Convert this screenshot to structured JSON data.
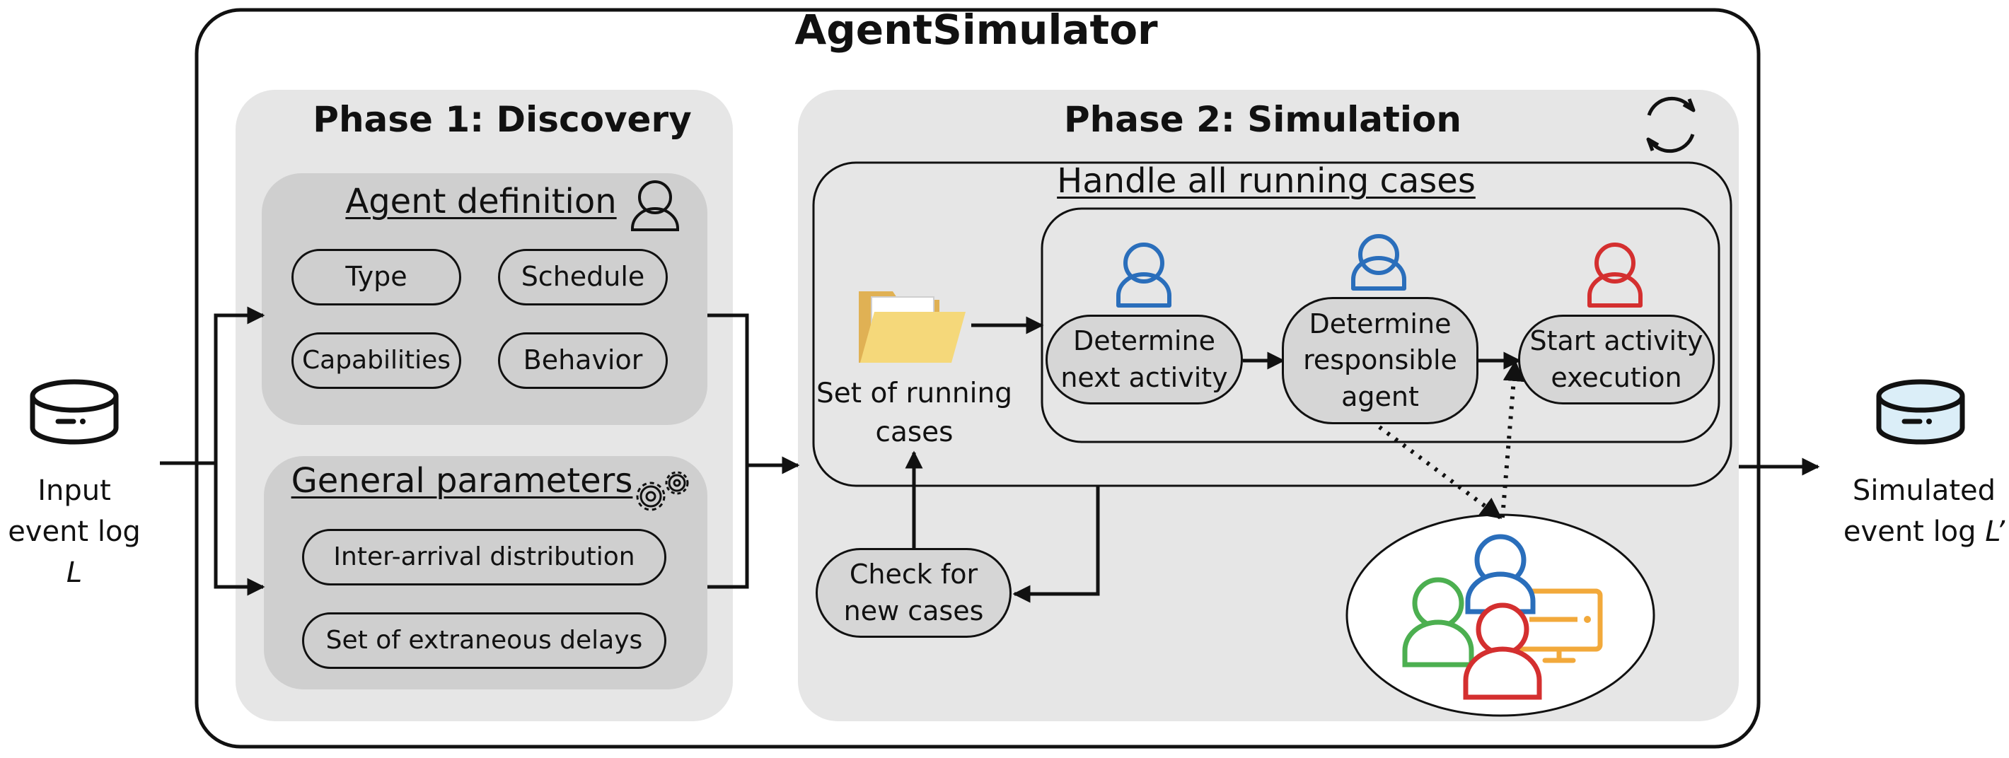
{
  "title": "AgentSimulator",
  "input": {
    "label_line1": "Input",
    "label_line2": "event log",
    "label_var": "L"
  },
  "output": {
    "label_line1": "Simulated",
    "label_line2": "event log",
    "label_var": "L’"
  },
  "phase1": {
    "title": "Phase 1: Discovery",
    "agent_definition": {
      "title": "Agent definition",
      "items": [
        "Type",
        "Schedule",
        "Capabilities",
        "Behavior"
      ]
    },
    "general_parameters": {
      "title": "General parameters",
      "items": [
        "Inter-arrival distribution",
        "Set of extraneous delays"
      ]
    }
  },
  "phase2": {
    "title": "Phase 2: Simulation",
    "handle_cases": "Handle all running cases",
    "running_cases": "Set of running\ncases",
    "steps": [
      "Determine\nnext activity",
      "Determine\nresponsible\nagent",
      "Start activity\nexecution"
    ],
    "check_new_cases": "Check for\nnew cases"
  },
  "colors": {
    "blue": "#2a6ebb",
    "red": "#d42f2f",
    "green": "#4caf50",
    "orange": "#f2a93b",
    "db_fill": "#dbeef8",
    "folder": "#f2c96b"
  },
  "icons": [
    "database-icon",
    "user-icon",
    "gear-icon",
    "refresh-icon",
    "folder-icon",
    "monitor-icon"
  ]
}
